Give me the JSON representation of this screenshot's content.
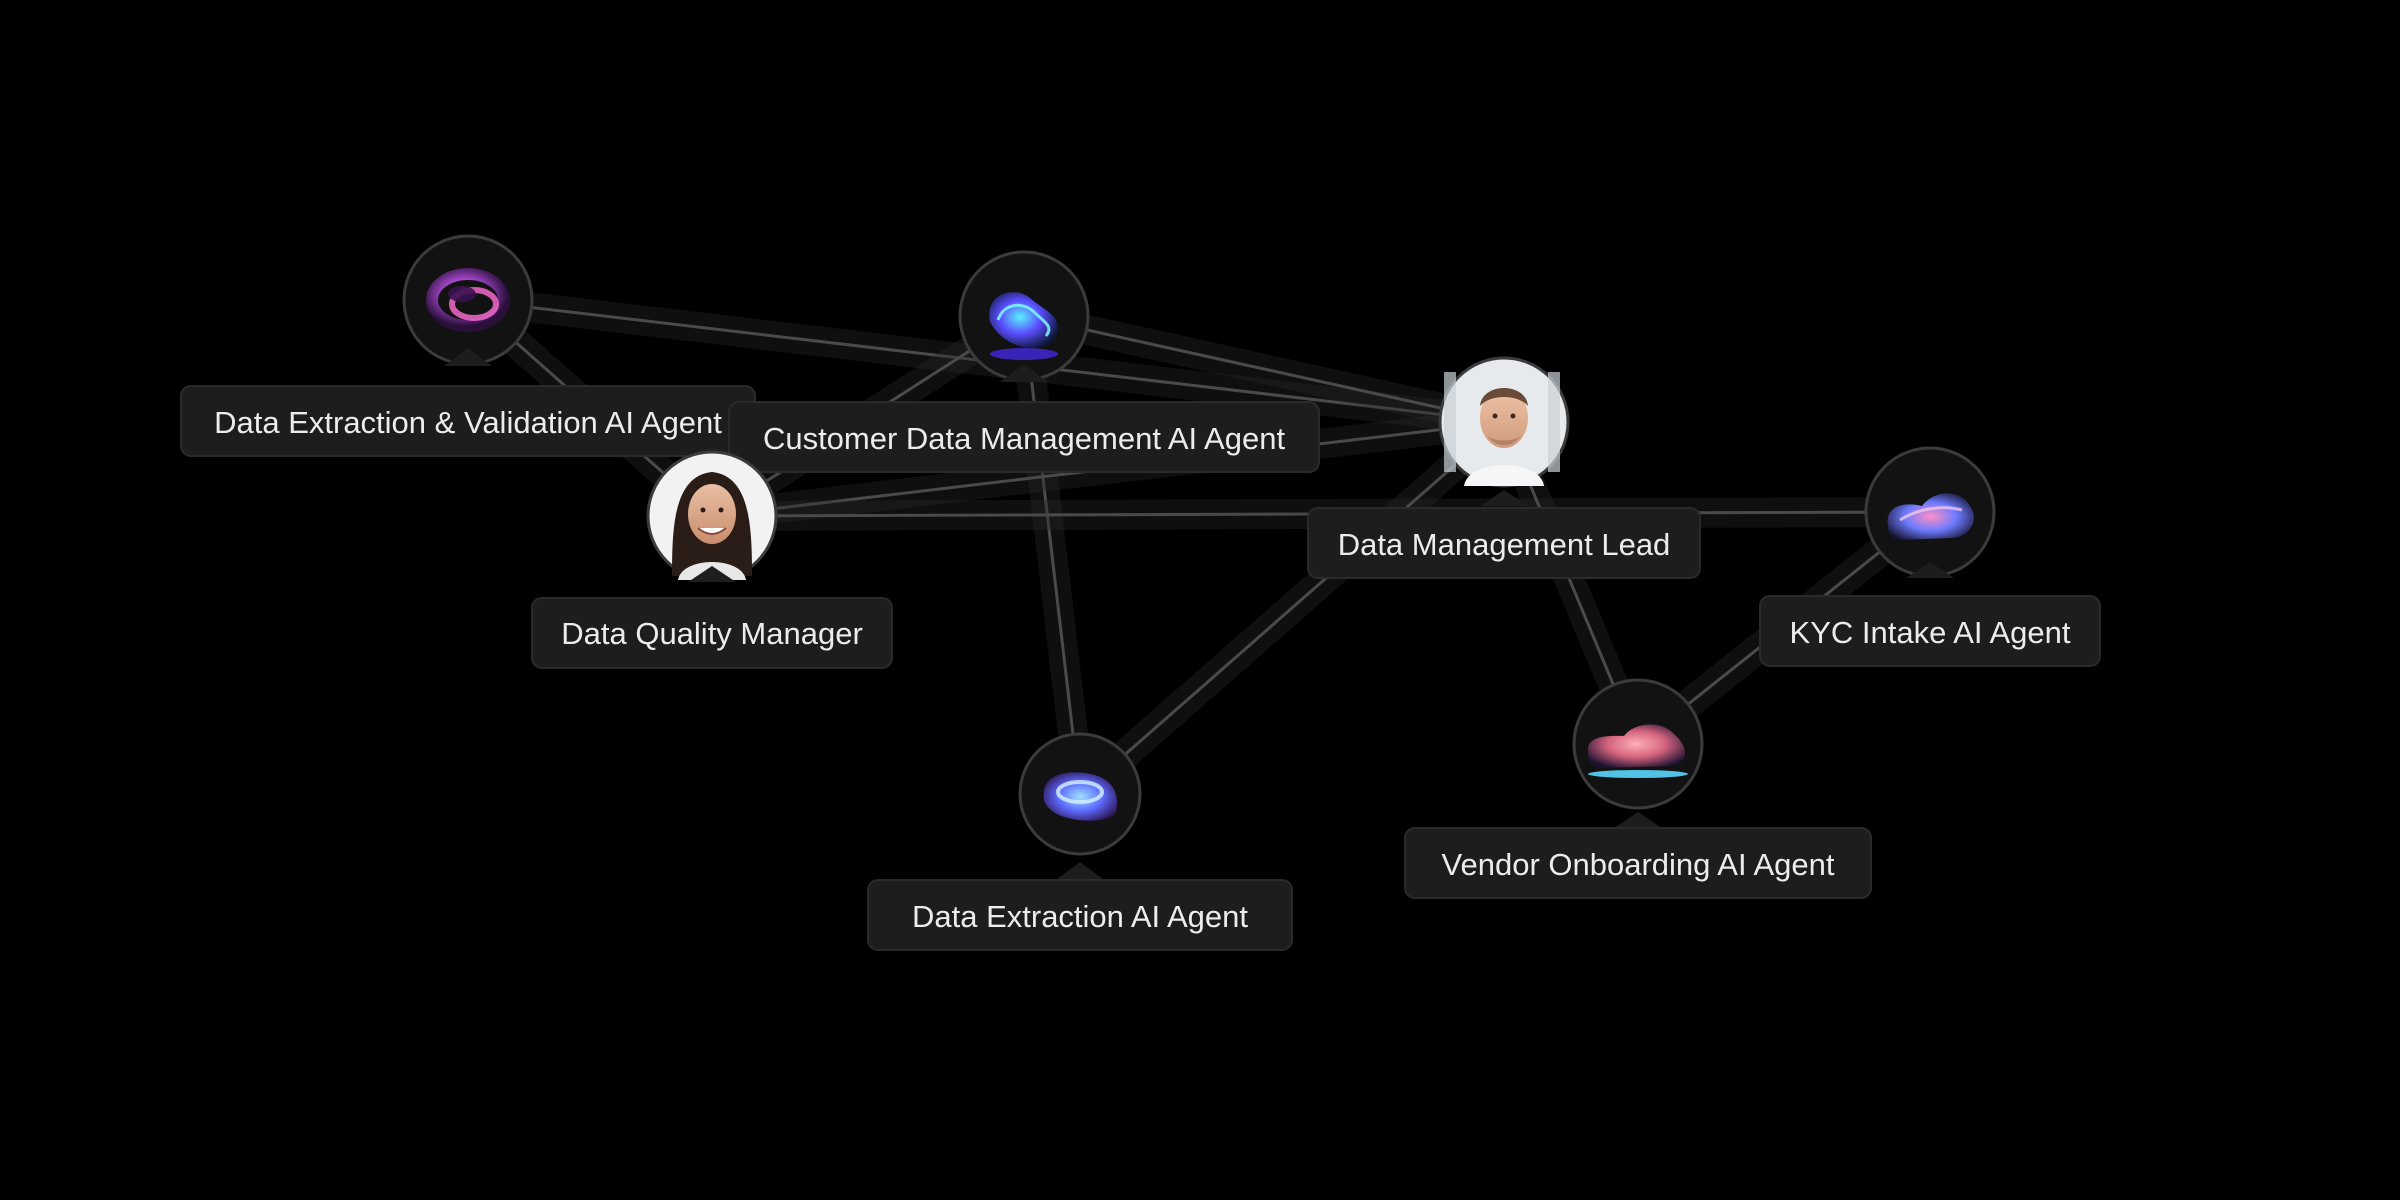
{
  "nodes": [
    {
      "id": "extract-validate",
      "label": "Data Extraction & Validation AI Agent",
      "kind": "ai-agent",
      "icon": "knot-blob-icon",
      "palette": [
        "#ff5fd2",
        "#9b4dff",
        "#3a1350"
      ]
    },
    {
      "id": "customer-data",
      "label": "Customer Data Management AI Agent",
      "kind": "ai-agent",
      "icon": "wave-blob-icon",
      "palette": [
        "#38e0ff",
        "#6b5bff",
        "#0e1e46"
      ]
    },
    {
      "id": "quality-manager",
      "label": "Data Quality Manager",
      "kind": "person",
      "icon": "woman-avatar-icon",
      "palette": [
        "#f0f0f0",
        "#2a1d18",
        "#d9a98a"
      ]
    },
    {
      "id": "management-lead",
      "label": "Data Management Lead",
      "kind": "person",
      "icon": "man-avatar-icon",
      "palette": [
        "#e6e9ec",
        "#6a4b3a",
        "#e3b596"
      ]
    },
    {
      "id": "kyc-intake",
      "label": "KYC Intake AI Agent",
      "kind": "ai-agent",
      "icon": "cloud-blob-icon",
      "palette": [
        "#ff6aa6",
        "#5b7bff",
        "#1a1640"
      ]
    },
    {
      "id": "vendor-onboarding",
      "label": "Vendor Onboarding AI Agent",
      "kind": "ai-agent",
      "icon": "pillow-blob-icon",
      "palette": [
        "#ff8a9a",
        "#7a6bff",
        "#1f1433"
      ]
    },
    {
      "id": "data-extraction",
      "label": "Data Extraction AI Agent",
      "kind": "ai-agent",
      "icon": "ring-blob-icon",
      "palette": [
        "#56b7ff",
        "#d04dff",
        "#1c1040"
      ]
    }
  ],
  "edges": [
    [
      "extract-validate",
      "management-lead"
    ],
    [
      "extract-validate",
      "quality-manager"
    ],
    [
      "customer-data",
      "management-lead"
    ],
    [
      "customer-data",
      "quality-manager"
    ],
    [
      "customer-data",
      "data-extraction"
    ],
    [
      "quality-manager",
      "management-lead"
    ],
    [
      "quality-manager",
      "kyc-intake"
    ],
    [
      "management-lead",
      "data-extraction"
    ],
    [
      "management-lead",
      "vendor-onboarding"
    ],
    [
      "vendor-onboarding",
      "kyc-intake"
    ]
  ]
}
